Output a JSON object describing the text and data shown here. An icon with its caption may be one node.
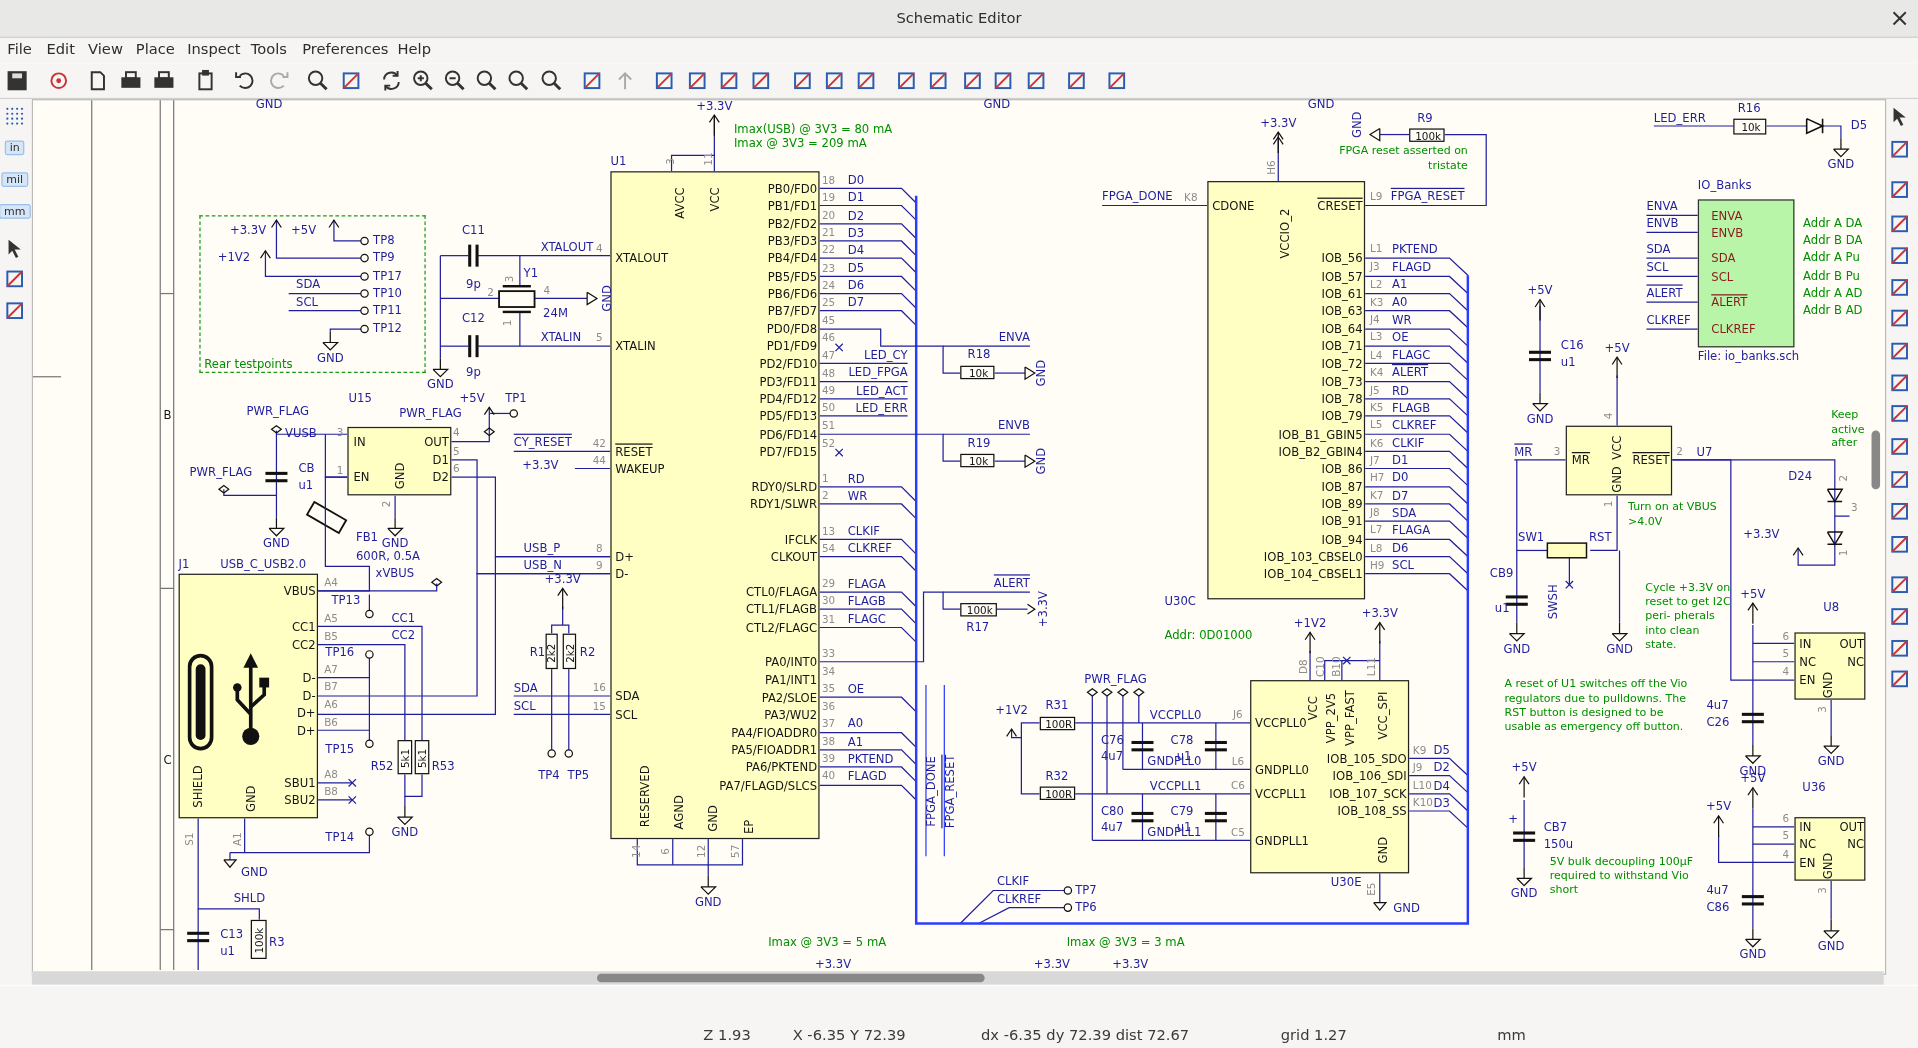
{
  "diagram": {
    "title": "Schematic Editor",
    "nodes": [
      {
        "text": [
          "AVCC",
          "VCC",
          "XTALOUT",
          "XTALIN",
          "RESET",
          "WAKEUP",
          "D+",
          "D-",
          "SDA",
          "SCL",
          "RESERVED",
          "AGND",
          "GND",
          "EP",
          "PB0/FD0",
          "PB1/FD1",
          "PB2/FD2",
          "PB3/FD3",
          "PB4/FD4",
          "PB5/FD5",
          "PB6/FD6",
          "PB7/FD7",
          "PD0/FD8",
          "PD1/FD9",
          "PD2/FD10",
          "PD3/FD11",
          "PD4/FD12",
          "PD5/FD13",
          "PD6/FD14",
          "PD7/FD15",
          "RDY0/SLRD",
          "RDY1/SLWR",
          "IFCLK",
          "CLKOUT",
          "CTL0/FLAGA",
          "CTL1/FLAGB",
          "CTL2/FLAGC",
          "PA0/INT0",
          "PA1/INT1",
          "PA2/SLOE",
          "PA3/WU2",
          "PA4/FIOADDR0",
          "PA5/FIOADDR1",
          "PA6/PKTEND",
          "PA7/FLAGD/SLCS"
        ],
        "beside": [
          "U1"
        ]
      },
      {
        "text": [
          "IN",
          "EN",
          "GND",
          "OUT",
          "D1",
          "D2"
        ]
      },
      {
        "text": [
          "VBUS",
          "CC1",
          "CC2",
          "D-",
          "D-",
          "D+",
          "D+",
          "SBU1",
          "SBU2",
          "SHIELD",
          "GND"
        ],
        "beside": [
          "J1",
          "USB_C_USB2.0"
        ]
      },
      {
        "text": [
          "CDONE",
          "VCCIO_2",
          "CRESET",
          "IOB_56",
          "IOB_57",
          "IOB_61",
          "IOB_63",
          "IOB_64",
          "IOB_71",
          "IOB_72",
          "IOB_73",
          "IOB_78",
          "IOB_79",
          "IOB_B1_GBIN5",
          "IOB_B2_GBIN4",
          "IOB_86",
          "IOB_87",
          "IOB_89",
          "IOB_91",
          "IOB_94",
          "IOB_103_CBSEL0",
          "IOB_104_CBSEL1"
        ]
      },
      {
        "text": [
          "VCC",
          "VPP_2V5",
          "VPP_FAST",
          "VCC_SPI",
          "VCCPLL0",
          "GNDPLL0",
          "VCCPLL1",
          "GNDPLL1",
          "IOB_105_SDO",
          "IOB_106_SDI",
          "IOB_107_SCK",
          "IOB_108_SS",
          "GND"
        ]
      },
      {
        "text": [
          "ENVA",
          "ENVB",
          "SDA",
          "SCL",
          "ALERT",
          "CLKREF"
        ],
        "beside": [
          "IO_Banks",
          "File: io_banks.sch"
        ]
      },
      {
        "text": [
          "MR",
          "VCC",
          "GND",
          "RESET"
        ]
      },
      {
        "text": [
          "IN",
          "NC",
          "EN",
          "GND",
          "OUT",
          "NC"
        ]
      },
      {
        "text": [
          "IN",
          "NC",
          "EN",
          "GND",
          "OUT",
          "NC"
        ]
      },
      {
        "text": [
          "Rear testpoints"
        ]
      },
      {
        "text": [
          "10k"
        ]
      },
      {
        "text": [
          "10k"
        ]
      },
      {
        "text": [
          "100k"
        ]
      },
      {
        "text": [
          "100k"
        ]
      },
      {
        "text": [
          "10k"
        ]
      },
      {
        "text": [
          "2k2"
        ]
      },
      {
        "text": [
          "2k2"
        ]
      },
      {
        "text": [
          "5k1"
        ]
      },
      {
        "text": [
          "5k1"
        ]
      },
      {
        "text": [
          "100R"
        ]
      },
      {
        "text": [
          "100R"
        ]
      },
      {
        "text": [
          "100k"
        ]
      }
    ],
    "edges": [
      {
        "from": 15,
        "to": 0,
        "arrow": "none"
      },
      {
        "from": 16,
        "to": 0,
        "arrow": "none"
      },
      {
        "from": 17,
        "to": 2,
        "arrow": "none"
      },
      {
        "from": 18,
        "to": 2,
        "arrow": "none"
      },
      {
        "from": 19,
        "to": 4,
        "arrow": "none"
      },
      {
        "from": 20,
        "to": 4,
        "arrow": "none"
      },
      {
        "from": 13,
        "to": 3,
        "arrow": "none"
      },
      {
        "from": 0,
        "to": 10,
        "arrow": "none"
      },
      {
        "from": 0,
        "to": 11,
        "arrow": "none"
      },
      {
        "from": 0,
        "to": 12,
        "arrow": "none"
      },
      {
        "from": 1,
        "to": 0,
        "arrow": "none"
      },
      {
        "from": 1,
        "to": 0,
        "arrow": "none"
      },
      {
        "from": 2,
        "to": 0,
        "arrow": "none"
      },
      {
        "from": 2,
        "to": 0,
        "arrow": "none"
      },
      {
        "from": 6,
        "to": 7,
        "arrow": "none"
      },
      {
        "from": 1,
        "to": 2,
        "arrow": "none"
      },
      {
        "from": 19,
        "to": 20,
        "arrow": "none"
      },
      {
        "from": 2,
        "to": 21,
        "arrow": "none"
      },
      {
        "from": 15,
        "to": 16,
        "arrow": "none"
      },
      {
        "from": 17,
        "to": 18,
        "arrow": "none"
      }
    ],
    "labels": [
      "File",
      "Edit",
      "View",
      "Place",
      "Inspect",
      "Tools",
      "Preferences",
      "Help",
      "in",
      "mil",
      "mm",
      "B",
      "C",
      "Z 1.93",
      "X -6.35 Y 72.39",
      "dx -6.35 dy 72.39 dist 72.67",
      "grid 1.27",
      "mm",
      "GND",
      "+3.3V",
      "GND",
      "GND",
      "+3.3V",
      "Imax(USB) @ 3V3 = 80 mA",
      "Imax @ 3V3 = 209 mA",
      "3",
      "11",
      "+3.3V",
      "+5V",
      "TP8",
      "+1V2",
      "TP9",
      "TP17",
      "SDA",
      "TP10",
      "SCL",
      "TP11",
      "TP12",
      "GND",
      "C11",
      "XTALOUT",
      "4",
      "Y1",
      "3",
      "9p",
      "2",
      "4",
      "GND",
      "24M",
      "1",
      "C12",
      "XTALIN",
      "5",
      "9p",
      "GND",
      "U15",
      "+5V",
      "TP1",
      "PWR_FLAG",
      "PWR_FLAG",
      "VUSB",
      "3",
      "4",
      "CY_RESET",
      "42",
      "5",
      "PWR_FLAG",
      "+3.3V",
      "44",
      "CB",
      "1",
      "6",
      "u1",
      "2",
      "FB1",
      "GND",
      "GND",
      "USB_P",
      "8",
      "600R, 0.5A",
      "USB_N",
      "9",
      "A4",
      "xVBUS",
      "+3.3V",
      "TP13",
      "A5",
      "CC1",
      "B5",
      "CC2",
      "TP16",
      "R1",
      "R2",
      "A7",
      "B7",
      "SDA",
      "16",
      "A6",
      "SCL",
      "15",
      "B6",
      "TP15",
      "A8",
      "R52",
      "R53",
      "TP4",
      "TP5",
      "B8",
      "GND",
      "TP14",
      "S1",
      "A1",
      "14",
      "6",
      "12",
      "57",
      "GND",
      "SHLD",
      "GND",
      "C13",
      "u1",
      "R3",
      "Imax @ 3V3 = 5 mA",
      "Imax @ 3V3 = 3 mA",
      "+3.3V",
      "+3.3V",
      "+3.3V",
      "18",
      "19",
      "20",
      "21",
      "22",
      "23",
      "24",
      "25",
      "45",
      "46",
      "47",
      "48",
      "49",
      "50",
      "51",
      "52",
      "1",
      "2",
      "13",
      "54",
      "29",
      "30",
      "31",
      "33",
      "34",
      "35",
      "36",
      "37",
      "38",
      "39",
      "40",
      "D0",
      "D1",
      "D2",
      "D3",
      "D4",
      "D5",
      "D6",
      "D7",
      "LED_CY",
      "LED_FPGA",
      "LED_ACT",
      "LED_ERR",
      "RD",
      "WR",
      "CLKIF",
      "CLKREF",
      "FLAGA",
      "FLAGB",
      "FLAGC",
      "OE",
      "A0",
      "A1",
      "PKTEND",
      "FLAGD",
      "ENVA",
      "R18",
      "GND",
      "ENVB",
      "R19",
      "GND",
      "ALERT",
      "+3.3V",
      "R17",
      "FPGA_DONE",
      "FPGA_RESET",
      "FPGA_DONE",
      "K8",
      "H6",
      "L9",
      "FPGA_RESET",
      "GND",
      "R9",
      "FPGA reset asserted on tristate",
      "L1",
      "PKTEND",
      "J3",
      "FLAGD",
      "L2",
      "A1",
      "K3",
      "A0",
      "J4",
      "WR",
      "L3",
      "OE",
      "L4",
      "FLAGC",
      "K4",
      "ALERT",
      "J5",
      "RD",
      "K5",
      "FLAGB",
      "L5",
      "CLKREF",
      "K6",
      "CLKIF",
      "J7",
      "D1",
      "H7",
      "D0",
      "K7",
      "D7",
      "J8",
      "SDA",
      "L7",
      "FLAGA",
      "L8",
      "D6",
      "H9",
      "SCL",
      "U30C",
      "Addr: 0D01000",
      "+1V2",
      "+3.3V",
      "D8",
      "C10",
      "B10",
      "L11",
      "PWR_FLAG",
      "+1V2",
      "R31",
      "VCCPLL0",
      "J6",
      "C76",
      "C78",
      "4u7",
      "u1",
      "GNDPLL0",
      "L6",
      "R32",
      "VCCPLL1",
      "C6",
      "C80",
      "C79",
      "4u7",
      "u1",
      "GNDPLL1",
      "C5",
      "K9",
      "D5",
      "J9",
      "D2",
      "L10",
      "D4",
      "K10",
      "D3",
      "U30E",
      "E5",
      "GND",
      "CLKIF",
      "TP7",
      "CLKREF",
      "TP6",
      "LED_ERR",
      "R16",
      "D5",
      "GND",
      "ENVA",
      "ENVB",
      "SDA",
      "SCL",
      "ALERT",
      "CLKREF",
      "Addr A DA",
      "Addr B DA",
      "Addr A Pu",
      "Addr B Pu",
      "Addr A AD",
      "Addr B AD",
      "+5V",
      "C16",
      "u1",
      "GND",
      "+5V",
      "4",
      "Keep active after",
      "MR",
      "3",
      "2",
      "U7",
      "D24",
      "2",
      "1",
      "Turn on at VBUS >4.0V",
      "3",
      "SW1",
      "RST",
      "+3.3V",
      "1",
      "CB9",
      "Cycle +3.3V on reset to get I2C peri- pherals into clean state.",
      "SWSH",
      "U8",
      "+5V",
      "u1",
      "6",
      "GND",
      "GND",
      "5",
      "4",
      "A reset of U1 switches off the Vio regulators due to pulldowns. The RST button is designed to be usable as emergency off button.",
      "4u7",
      "3",
      "C26",
      "GND",
      "GND",
      "+5V",
      "U36",
      "+5V",
      "+",
      "CB7",
      "150u",
      "+5V",
      "6",
      "5",
      "4",
      "GND",
      "5V bulk decoupling 100µF required to withstand Vio short",
      "4u7",
      "3",
      "C86",
      "GND",
      "GND"
    ]
  }
}
